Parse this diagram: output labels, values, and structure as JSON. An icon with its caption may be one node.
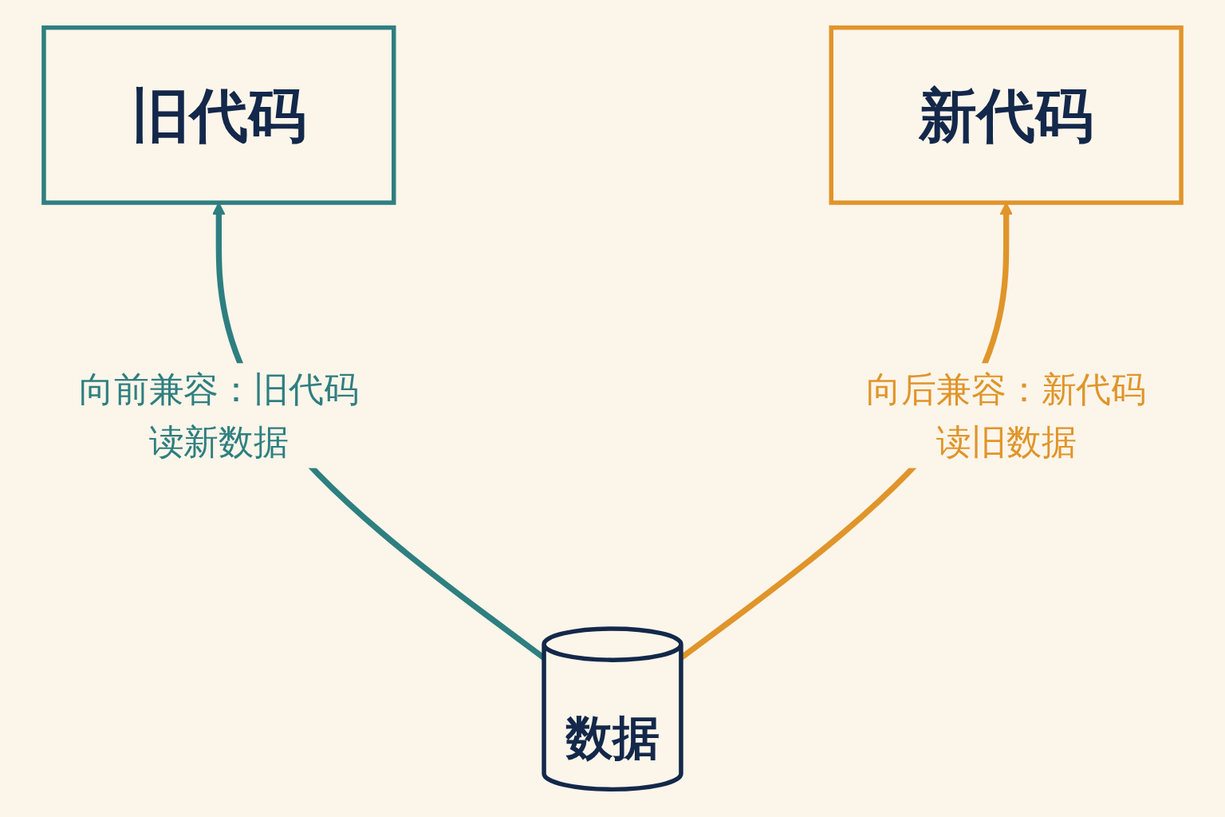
{
  "diagram": {
    "nodes": [
      {
        "text": [
          "旧代码"
        ]
      },
      {
        "text": [
          "新代码"
        ]
      },
      {
        "text": [
          "数据"
        ]
      }
    ],
    "edges": [
      {
        "from": 2,
        "to": 0,
        "arrow": "to",
        "label": "向前兼容：旧代码读新数据",
        "color": "#2e7f80"
      },
      {
        "from": 2,
        "to": 1,
        "arrow": "to",
        "label": "向后兼容：新代码读旧数据",
        "color": "#e0952a"
      }
    ]
  }
}
